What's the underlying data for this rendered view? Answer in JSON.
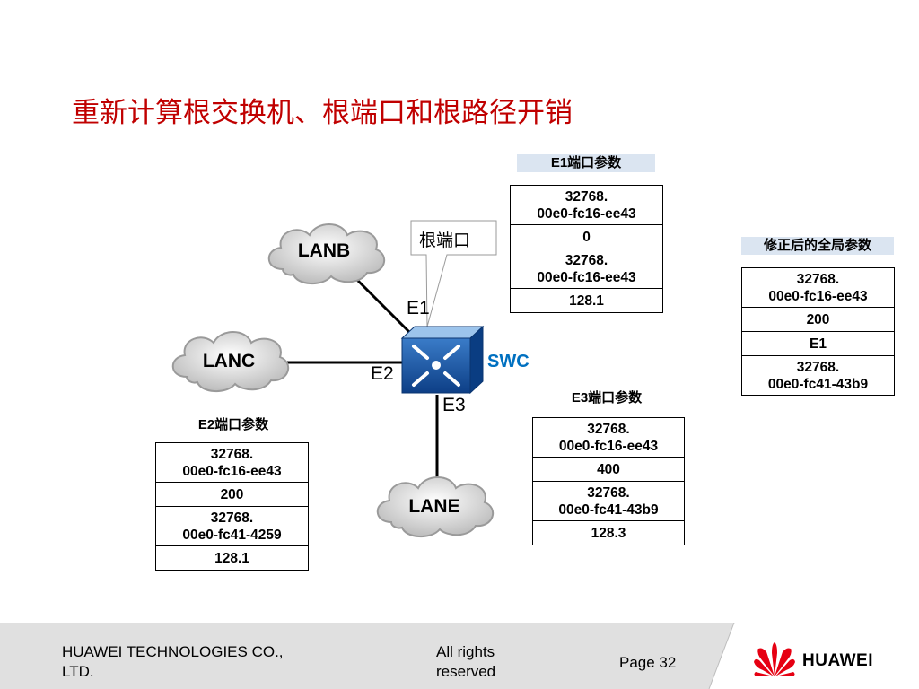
{
  "title": "重新计算根交换机、根端口和根路径开销",
  "callout": "根端口",
  "switch_label": "SWC",
  "ports": {
    "e1": "E1",
    "e2": "E2",
    "e3": "E3"
  },
  "clouds": {
    "lanb": "LANB",
    "lanc": "LANC",
    "lane": "LANE"
  },
  "e1_params": {
    "heading": "E1端口参数",
    "rows": [
      {
        "line1": "32768.",
        "line2": "00e0-fc16-ee43"
      },
      {
        "line1": "0"
      },
      {
        "line1": "32768.",
        "line2": "00e0-fc16-ee43"
      },
      {
        "line1": "128.1"
      }
    ]
  },
  "e2_params": {
    "heading": "E2端口参数",
    "rows": [
      {
        "line1": "32768.",
        "line2": "00e0-fc16-ee43"
      },
      {
        "line1": "200"
      },
      {
        "line1": "32768.",
        "line2": "00e0-fc41-4259"
      },
      {
        "line1": "128.1"
      }
    ]
  },
  "e3_params": {
    "heading": "E3端口参数",
    "rows": [
      {
        "line1": "32768.",
        "line2": "00e0-fc16-ee43"
      },
      {
        "line1": "400"
      },
      {
        "line1": "32768.",
        "line2": "00e0-fc41-43b9"
      },
      {
        "line1": "128.3"
      }
    ]
  },
  "global_params": {
    "heading": "修正后的全局参数",
    "rows": [
      {
        "line1": "32768.",
        "line2": "00e0-fc16-ee43"
      },
      {
        "line1": "200"
      },
      {
        "line1": "E1"
      },
      {
        "line1": "32768.",
        "line2": "00e0-fc41-43b9"
      }
    ]
  },
  "footer": {
    "company_line1": "HUAWEI TECHNOLOGIES CO.,",
    "company_line2": "LTD.",
    "rights_line1": "All rights",
    "rights_line2": "reserved",
    "page": "Page 32",
    "brand": "HUAWEI"
  },
  "colors": {
    "title": "#c00000",
    "switch_label": "#0070c0",
    "heading_bg": "#dbe5f1",
    "footer_bg": "#e0e0e0",
    "logo_red": "#e60012"
  },
  "icons": {
    "switch": "switch-icon",
    "cloud": "cloud-icon",
    "logo": "huawei-logo-icon"
  }
}
